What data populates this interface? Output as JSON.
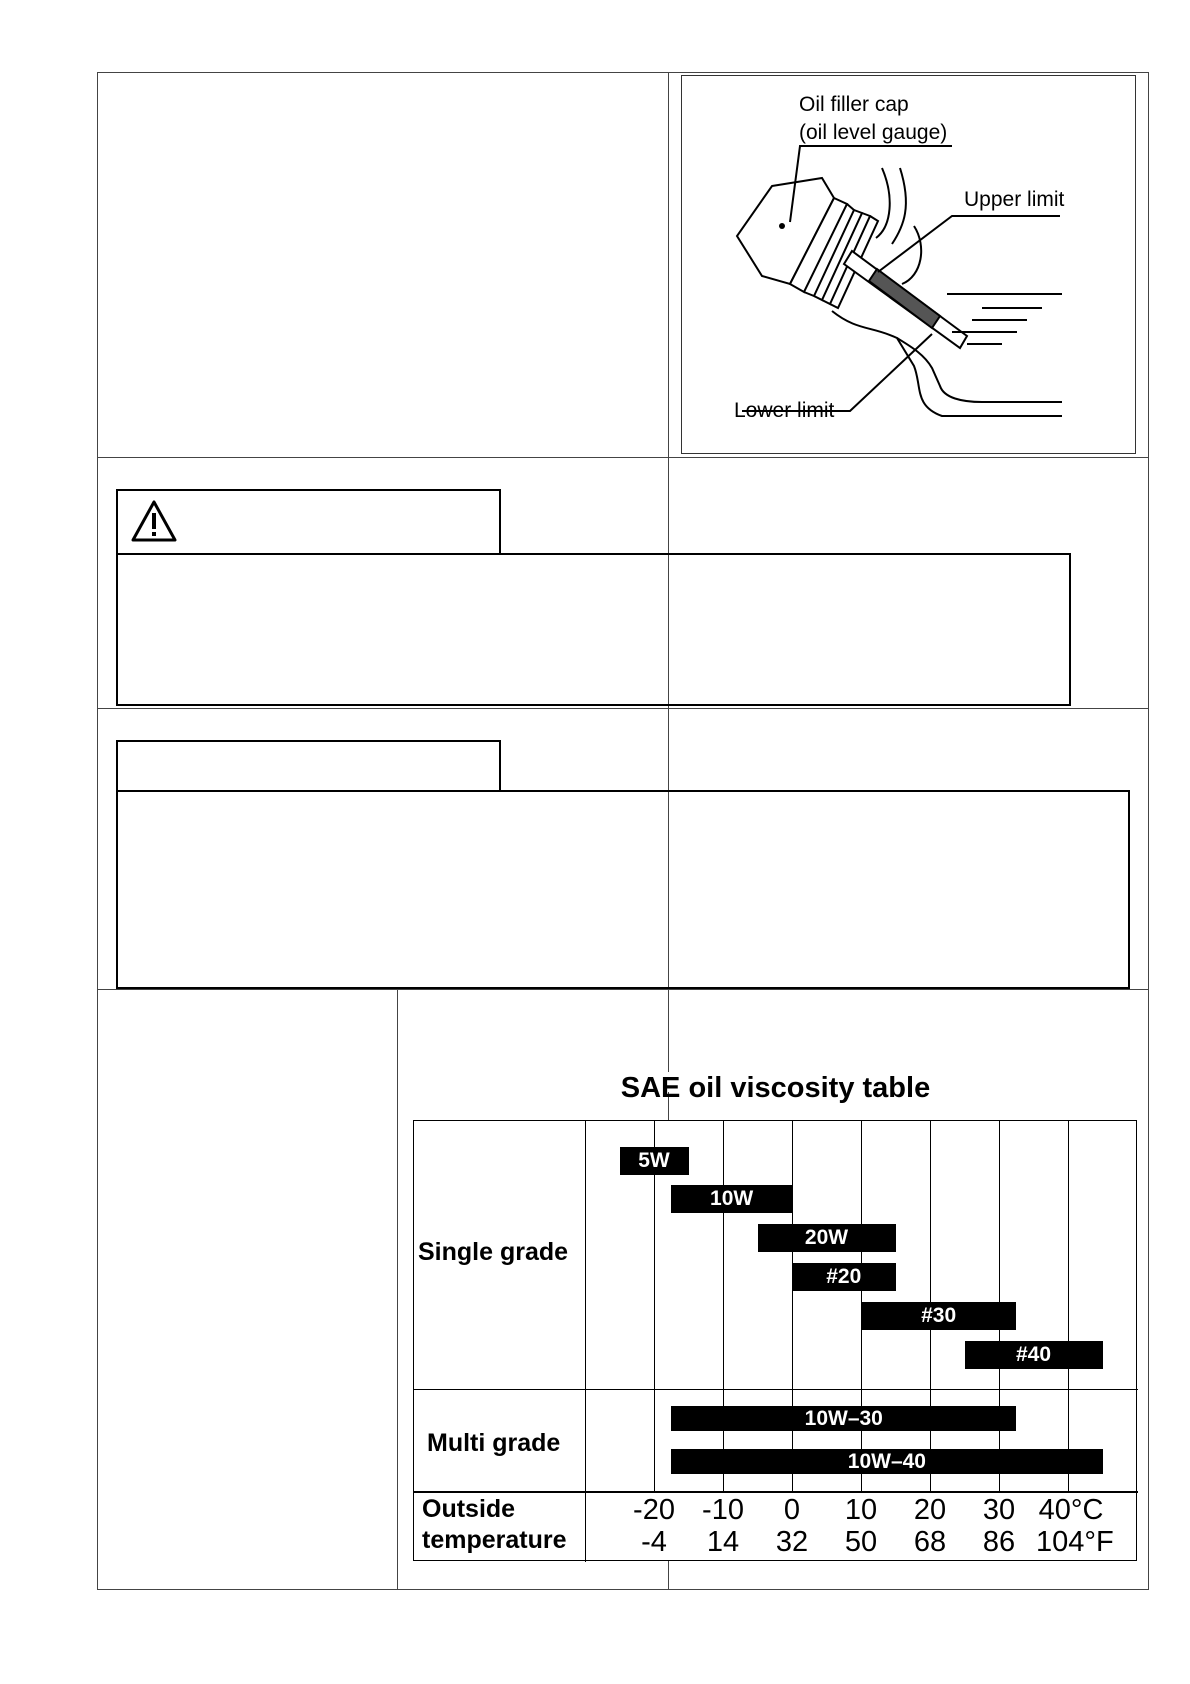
{
  "diagram": {
    "labels": {
      "filler_cap_line1": "Oil filler cap",
      "filler_cap_line2": "(oil level gauge)",
      "upper_limit": "Upper limit",
      "lower_limit": "Lower limit"
    }
  },
  "warning": {
    "icon": "warning-triangle-icon"
  },
  "viscosity_table": {
    "title": "SAE oil viscosity table",
    "single_grade_label": "Single grade",
    "multi_grade_label": "Multi grade",
    "outside_temp_line1": "Outside",
    "outside_temp_line2": "temperature",
    "celsius_ticks": [
      "-20",
      "-10",
      "0",
      "10",
      "20",
      "30",
      "40°C"
    ],
    "fahrenheit_ticks": [
      "-4",
      "14",
      "32",
      "50",
      "68",
      "86",
      "104°F"
    ],
    "single_grade_bars": [
      {
        "label": "5W",
        "from_c": -25,
        "to_c": -15
      },
      {
        "label": "10W",
        "from_c": -17.5,
        "to_c": 0
      },
      {
        "label": "20W",
        "from_c": -5,
        "to_c": 15
      },
      {
        "label": "#20",
        "from_c": 0,
        "to_c": 15
      },
      {
        "label": "#30",
        "from_c": 10,
        "to_c": 32.5
      },
      {
        "label": "#40",
        "from_c": 25,
        "to_c": 45
      }
    ],
    "multi_grade_bars": [
      {
        "label": "10W–30",
        "from_c": -17.5,
        "to_c": 32.5
      },
      {
        "label": "10W–40",
        "from_c": -17.5,
        "to_c": 45
      }
    ]
  }
}
